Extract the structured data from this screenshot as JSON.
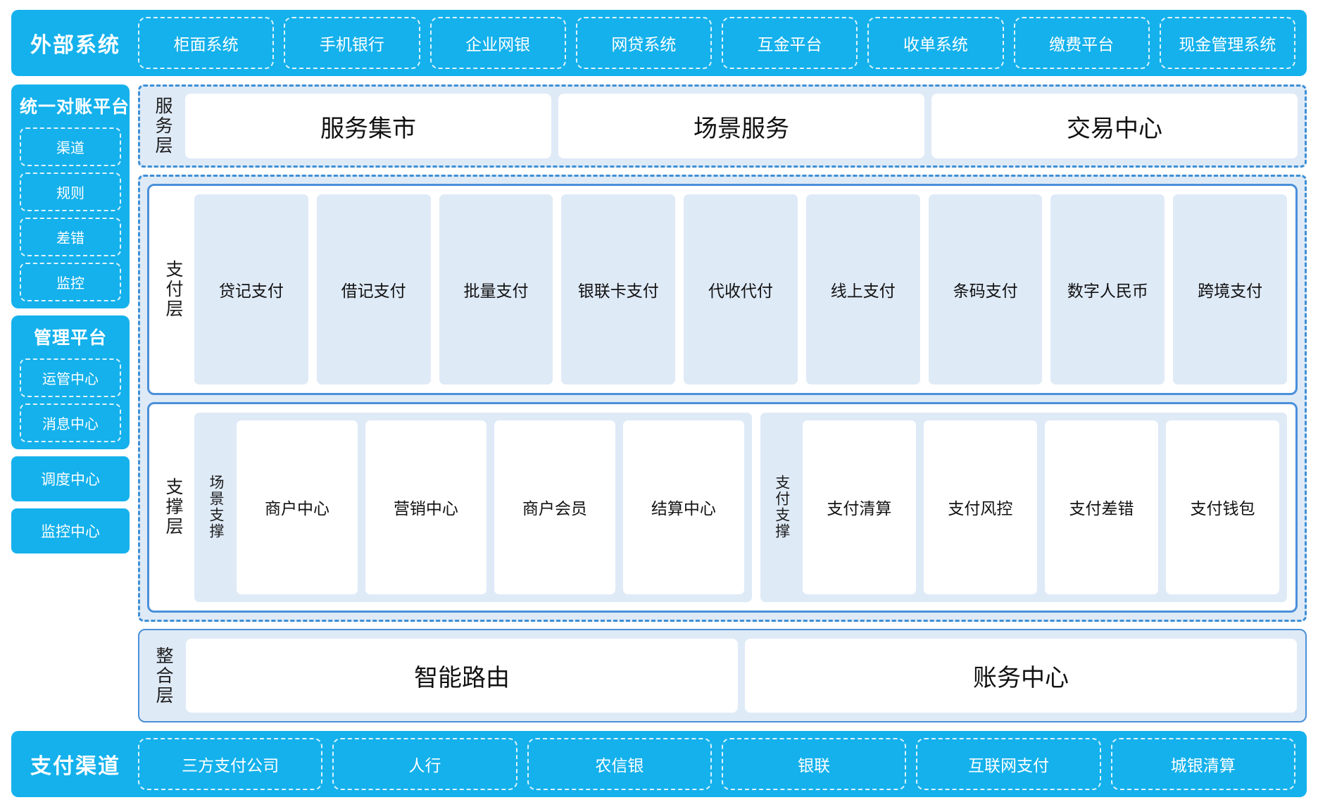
{
  "external_systems": {
    "title": "外部系统",
    "items": [
      "柜面系统",
      "手机银行",
      "企业网银",
      "网贷系统",
      "互金平台",
      "收单系统",
      "缴费平台",
      "现金管理系统"
    ]
  },
  "rail": {
    "recon_platform": {
      "title": "统一对账平台",
      "items": [
        "渠道",
        "规则",
        "差错",
        "监控"
      ]
    },
    "manage_platform": {
      "title": "管理平台",
      "items": [
        "运管中心",
        "消息中心"
      ]
    },
    "standalone": [
      "调度中心",
      "监控中心"
    ]
  },
  "service_layer": {
    "label": "服务层",
    "items": [
      "服务集市",
      "场景服务",
      "交易中心"
    ]
  },
  "payment_layer": {
    "label": "支付层",
    "items": [
      "贷记支付",
      "借记支付",
      "批量支付",
      "银联卡支付",
      "代收代付",
      "线上支付",
      "条码支付",
      "数字人民币",
      "跨境支付"
    ]
  },
  "support_layer": {
    "label": "支撑层",
    "groups": [
      {
        "label": "场景支撑",
        "items": [
          "商户中心",
          "营销中心",
          "商户会员",
          "结算中心"
        ]
      },
      {
        "label": "支付支撑",
        "items": [
          "支付清算",
          "支付风控",
          "支付差错",
          "支付钱包"
        ]
      }
    ]
  },
  "integration_layer": {
    "label": "整合层",
    "items": [
      "智能路由",
      "账务中心"
    ]
  },
  "payment_channels": {
    "title": "支付渠道",
    "items": [
      "三方支付公司",
      "人行",
      "农信银",
      "银联",
      "互联网支付",
      "城银清算"
    ]
  },
  "colors": {
    "cyan": "#14b1ec",
    "panel_blue": "#dfeaf7",
    "border_blue": "#4a90d9",
    "dash_blue": "#3d8fd6"
  }
}
